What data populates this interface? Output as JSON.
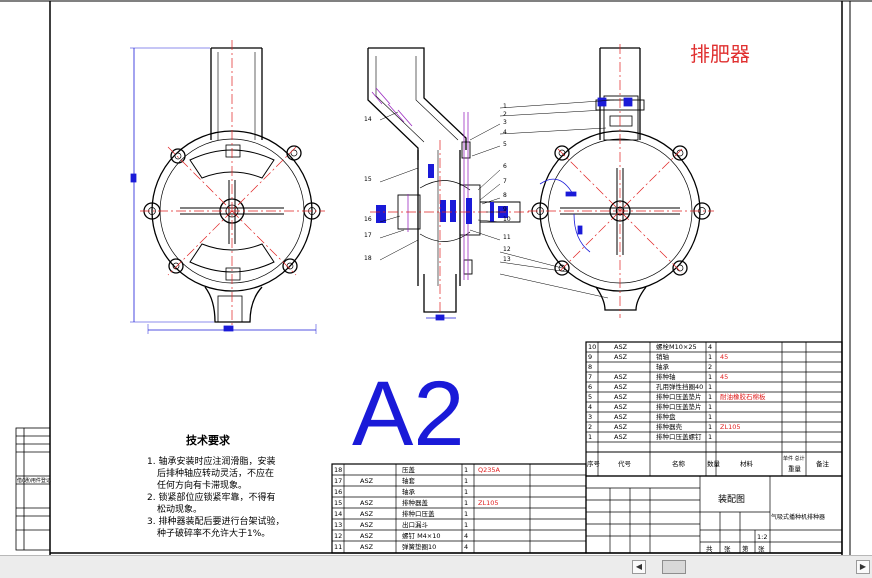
{
  "drawing_title": "排肥器",
  "sheet_size": "A2",
  "tech_requirements": {
    "heading": "技术要求",
    "notes": [
      "1. 轴承安装时应注润滑脂，安装",
      "后排种轴应转动灵活，不应在",
      "任何方向有卡滞现象。",
      "2. 锁紧部位应锁紧牢靠，不得有",
      "松动现象。",
      "3. 排种器装配后要进行台架试验，",
      "种子破碎率不允许大于1%。"
    ]
  },
  "callouts": [
    "1",
    "2",
    "3",
    "4",
    "5",
    "6",
    "7",
    "8",
    "9",
    "10",
    "11",
    "12",
    "13",
    "14",
    "15",
    "16",
    "17",
    "18"
  ],
  "parts_upper": [
    {
      "no": "10",
      "std": "ASZ",
      "name": "螺栓M10×25",
      "qty": "4",
      "mat": ""
    },
    {
      "no": "9",
      "std": "ASZ",
      "name": "销轴",
      "qty": "1",
      "mat": "45"
    },
    {
      "no": "8",
      "std": "",
      "name": "轴承",
      "qty": "2",
      "mat": ""
    },
    {
      "no": "7",
      "std": "ASZ",
      "name": "排种轴",
      "qty": "1",
      "mat": "45"
    },
    {
      "no": "6",
      "std": "ASZ",
      "name": "孔用弹性挡圈40",
      "qty": "1",
      "mat": ""
    },
    {
      "no": "5",
      "std": "ASZ",
      "name": "排种口压盖垫片",
      "qty": "1",
      "mat": "耐油橡胶石棉板"
    },
    {
      "no": "4",
      "std": "ASZ",
      "name": "排种口压盖垫片",
      "qty": "1",
      "mat": ""
    },
    {
      "no": "3",
      "std": "ASZ",
      "name": "排种盘",
      "qty": "1",
      "mat": ""
    },
    {
      "no": "2",
      "std": "ASZ",
      "name": "排种器壳",
      "qty": "1",
      "mat": "ZL105"
    },
    {
      "no": "1",
      "std": "ASZ",
      "name": "排种口压盖螺钉",
      "qty": "1",
      "mat": ""
    }
  ],
  "parts_lower": [
    {
      "no": "18",
      "std": "",
      "name": "压盖",
      "qty": "1",
      "mat": "Q235A"
    },
    {
      "no": "17",
      "std": "ASZ",
      "name": "轴套",
      "qty": "1",
      "mat": ""
    },
    {
      "no": "16",
      "std": "",
      "name": "轴承",
      "qty": "1",
      "mat": ""
    },
    {
      "no": "15",
      "std": "ASZ",
      "name": "排种器盖",
      "qty": "1",
      "mat": "ZL105"
    },
    {
      "no": "14",
      "std": "ASZ",
      "name": "排种口压盖",
      "qty": "1",
      "mat": ""
    },
    {
      "no": "13",
      "std": "ASZ",
      "name": "出口漏斗",
      "qty": "1",
      "mat": ""
    },
    {
      "no": "12",
      "std": "ASZ",
      "name": "螺钉 M4×10",
      "qty": "4",
      "mat": ""
    },
    {
      "no": "11",
      "std": "ASZ",
      "name": "弹簧垫圈10",
      "qty": "4",
      "mat": ""
    }
  ],
  "table_header": {
    "no": "序号",
    "code": "代号",
    "name": "名称",
    "qty": "数量",
    "mat": "材料",
    "wt": "单件 总计",
    "wt2": "重量",
    "note": "备注"
  },
  "title_block": {
    "drawing_name": "装配图",
    "project": "气吸式播种机排种器",
    "scale": "1:2",
    "sheet_a": "共",
    "sheet_b": "张",
    "sheet_c": "第",
    "sheet_d": "张"
  },
  "left_strip": {
    "label": "借(通)用件登记"
  },
  "colors": {
    "dim_blue": "#1a1ad8",
    "center_red": "#e02020",
    "accent_purple": "#9b2cc0"
  }
}
